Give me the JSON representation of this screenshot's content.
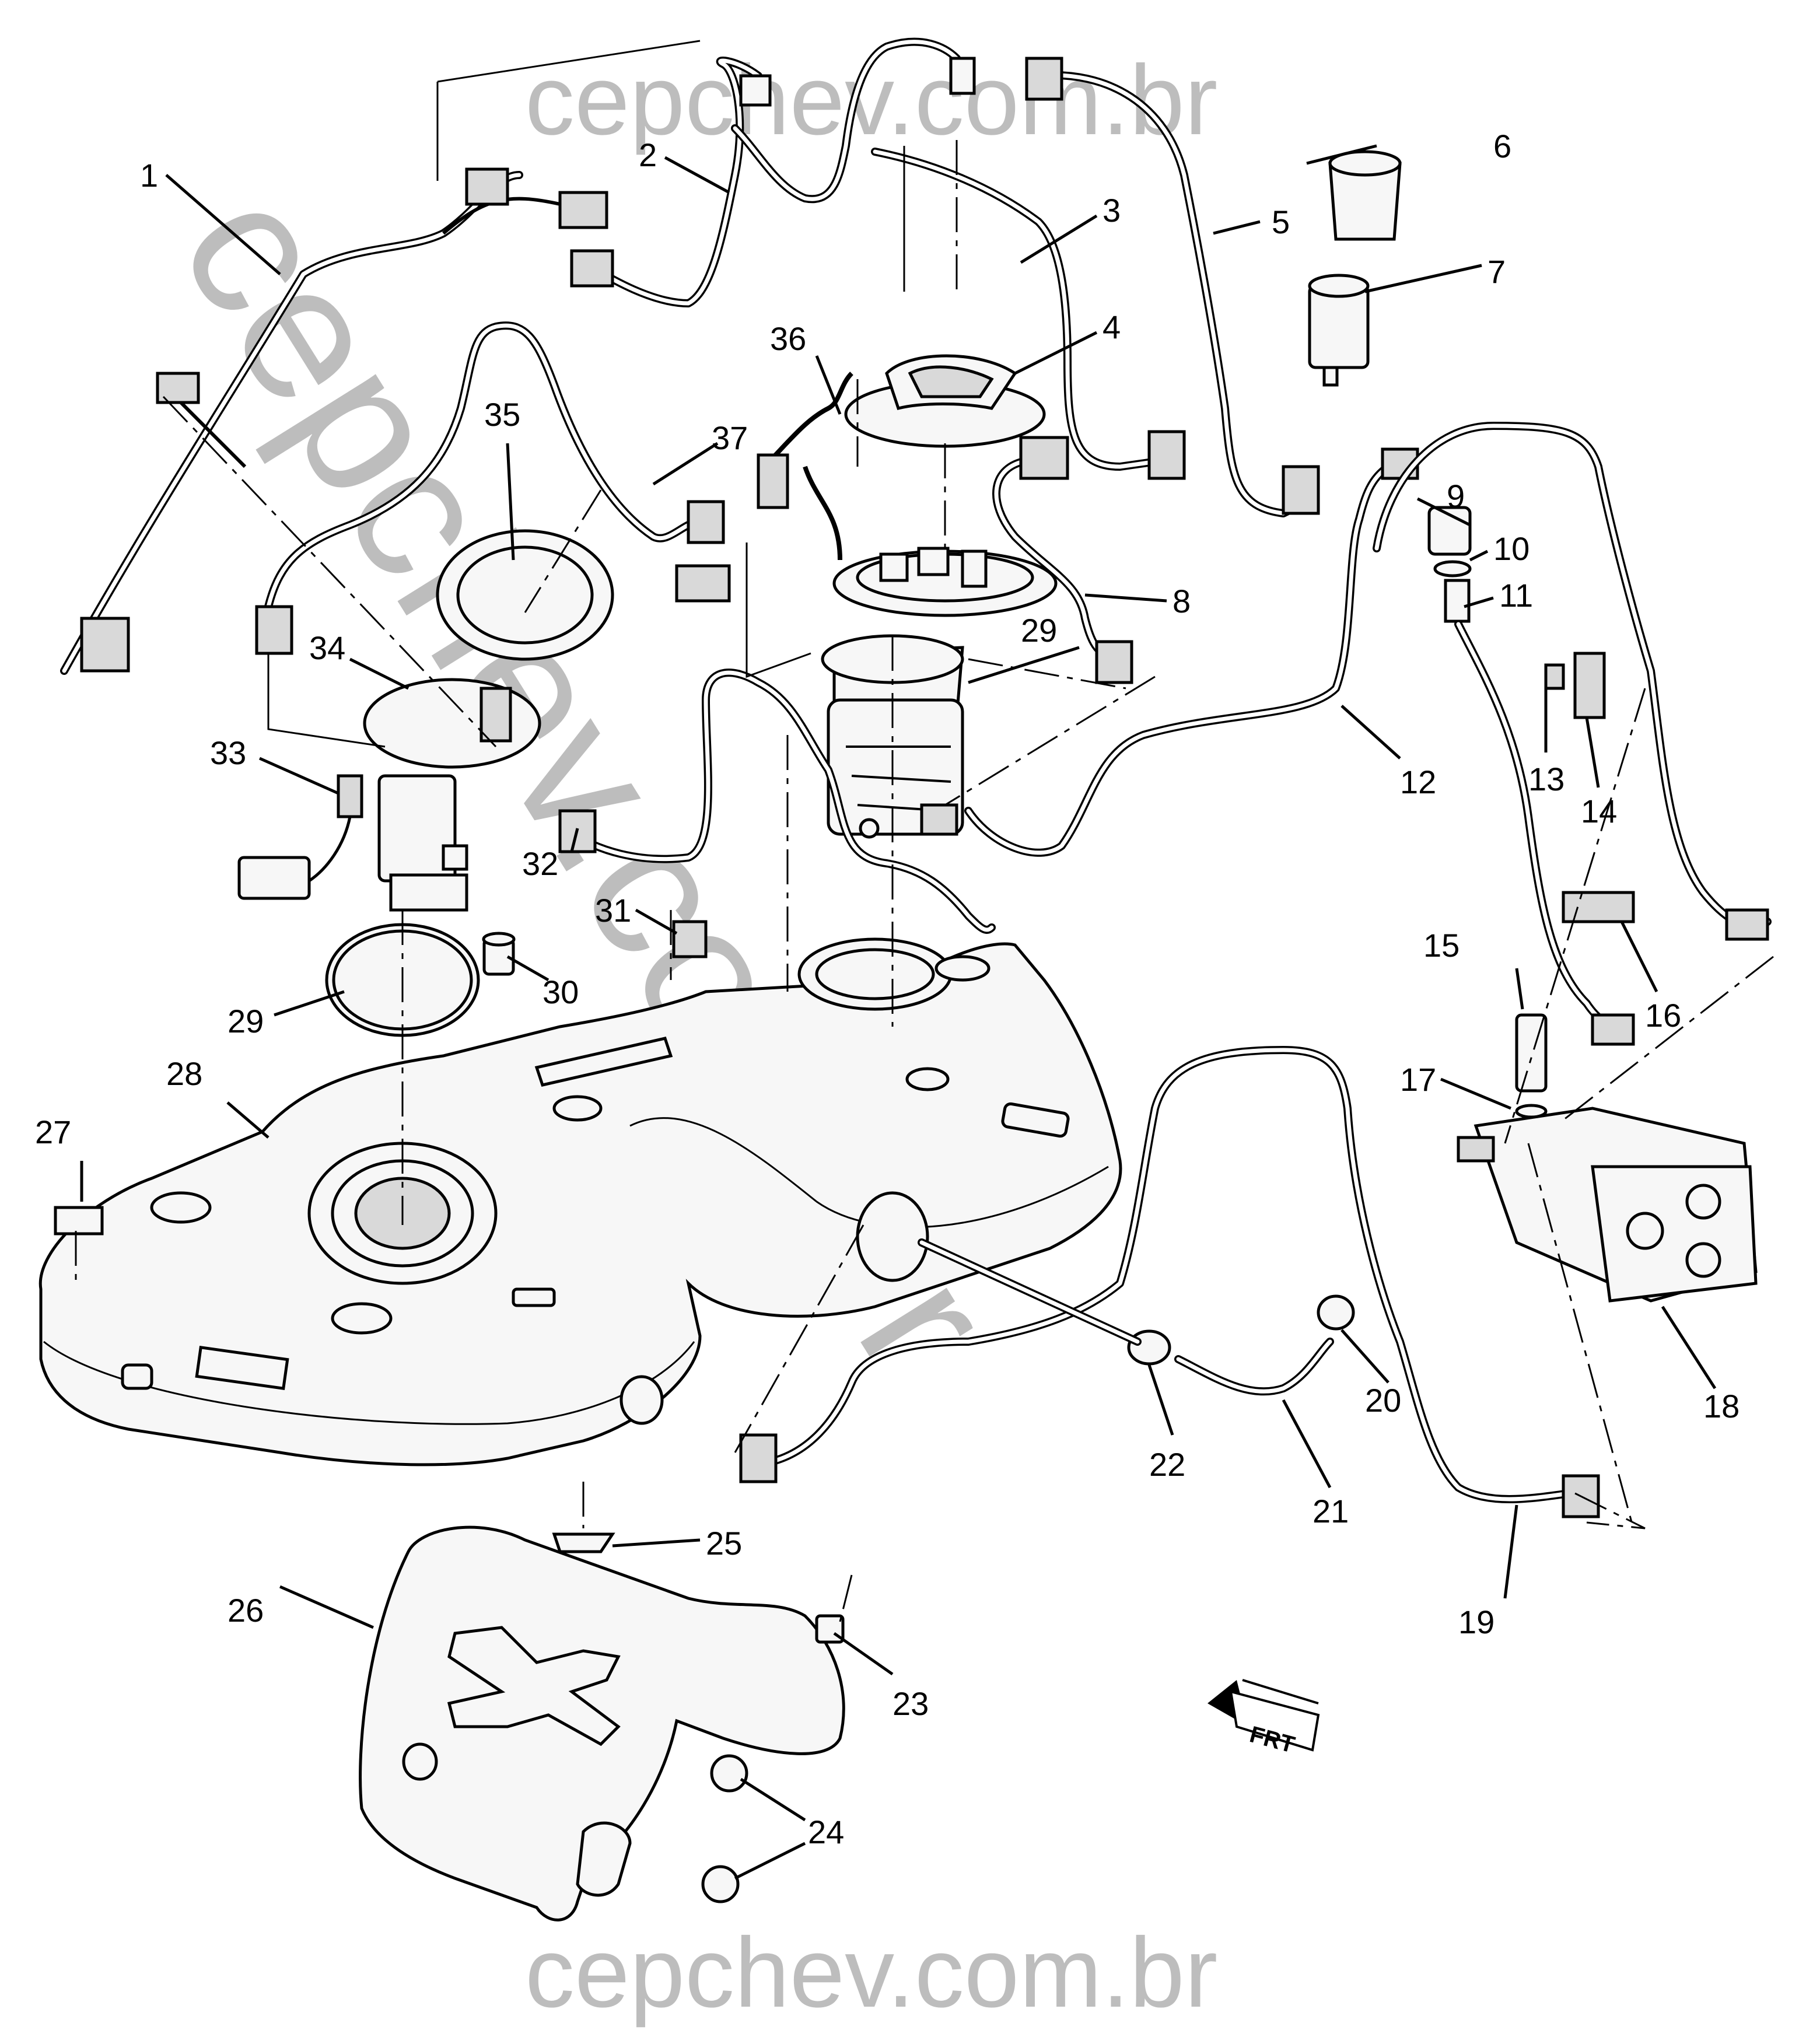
{
  "watermark": {
    "top": "cepchev.com.br",
    "diagonal": "cepchev.com.br",
    "bottom": "cepchev.com.br",
    "color": "#bdbdbd"
  },
  "orientation": {
    "label": "FRT",
    "icon": "front-arrow-icon"
  },
  "callouts": {
    "c1": "1",
    "c2": "2",
    "c3": "3",
    "c4": "4",
    "c5": "5",
    "c6": "6",
    "c7": "7",
    "c8": "8",
    "c9": "9",
    "c10": "10",
    "c11": "11",
    "c12": "12",
    "c13": "13",
    "c14": "14",
    "c15": "15",
    "c16": "16",
    "c17": "17",
    "c18": "18",
    "c19": "19",
    "c20": "20",
    "c21": "21",
    "c22": "22",
    "c23": "23",
    "c24": "24",
    "c25": "25",
    "c26": "26",
    "c27": "27",
    "c28": "28",
    "c29a": "29",
    "c29b": "29",
    "c30": "30",
    "c31": "31",
    "c32": "32",
    "c33": "33",
    "c34": "34",
    "c35": "35",
    "c36": "36",
    "c37": "37"
  }
}
